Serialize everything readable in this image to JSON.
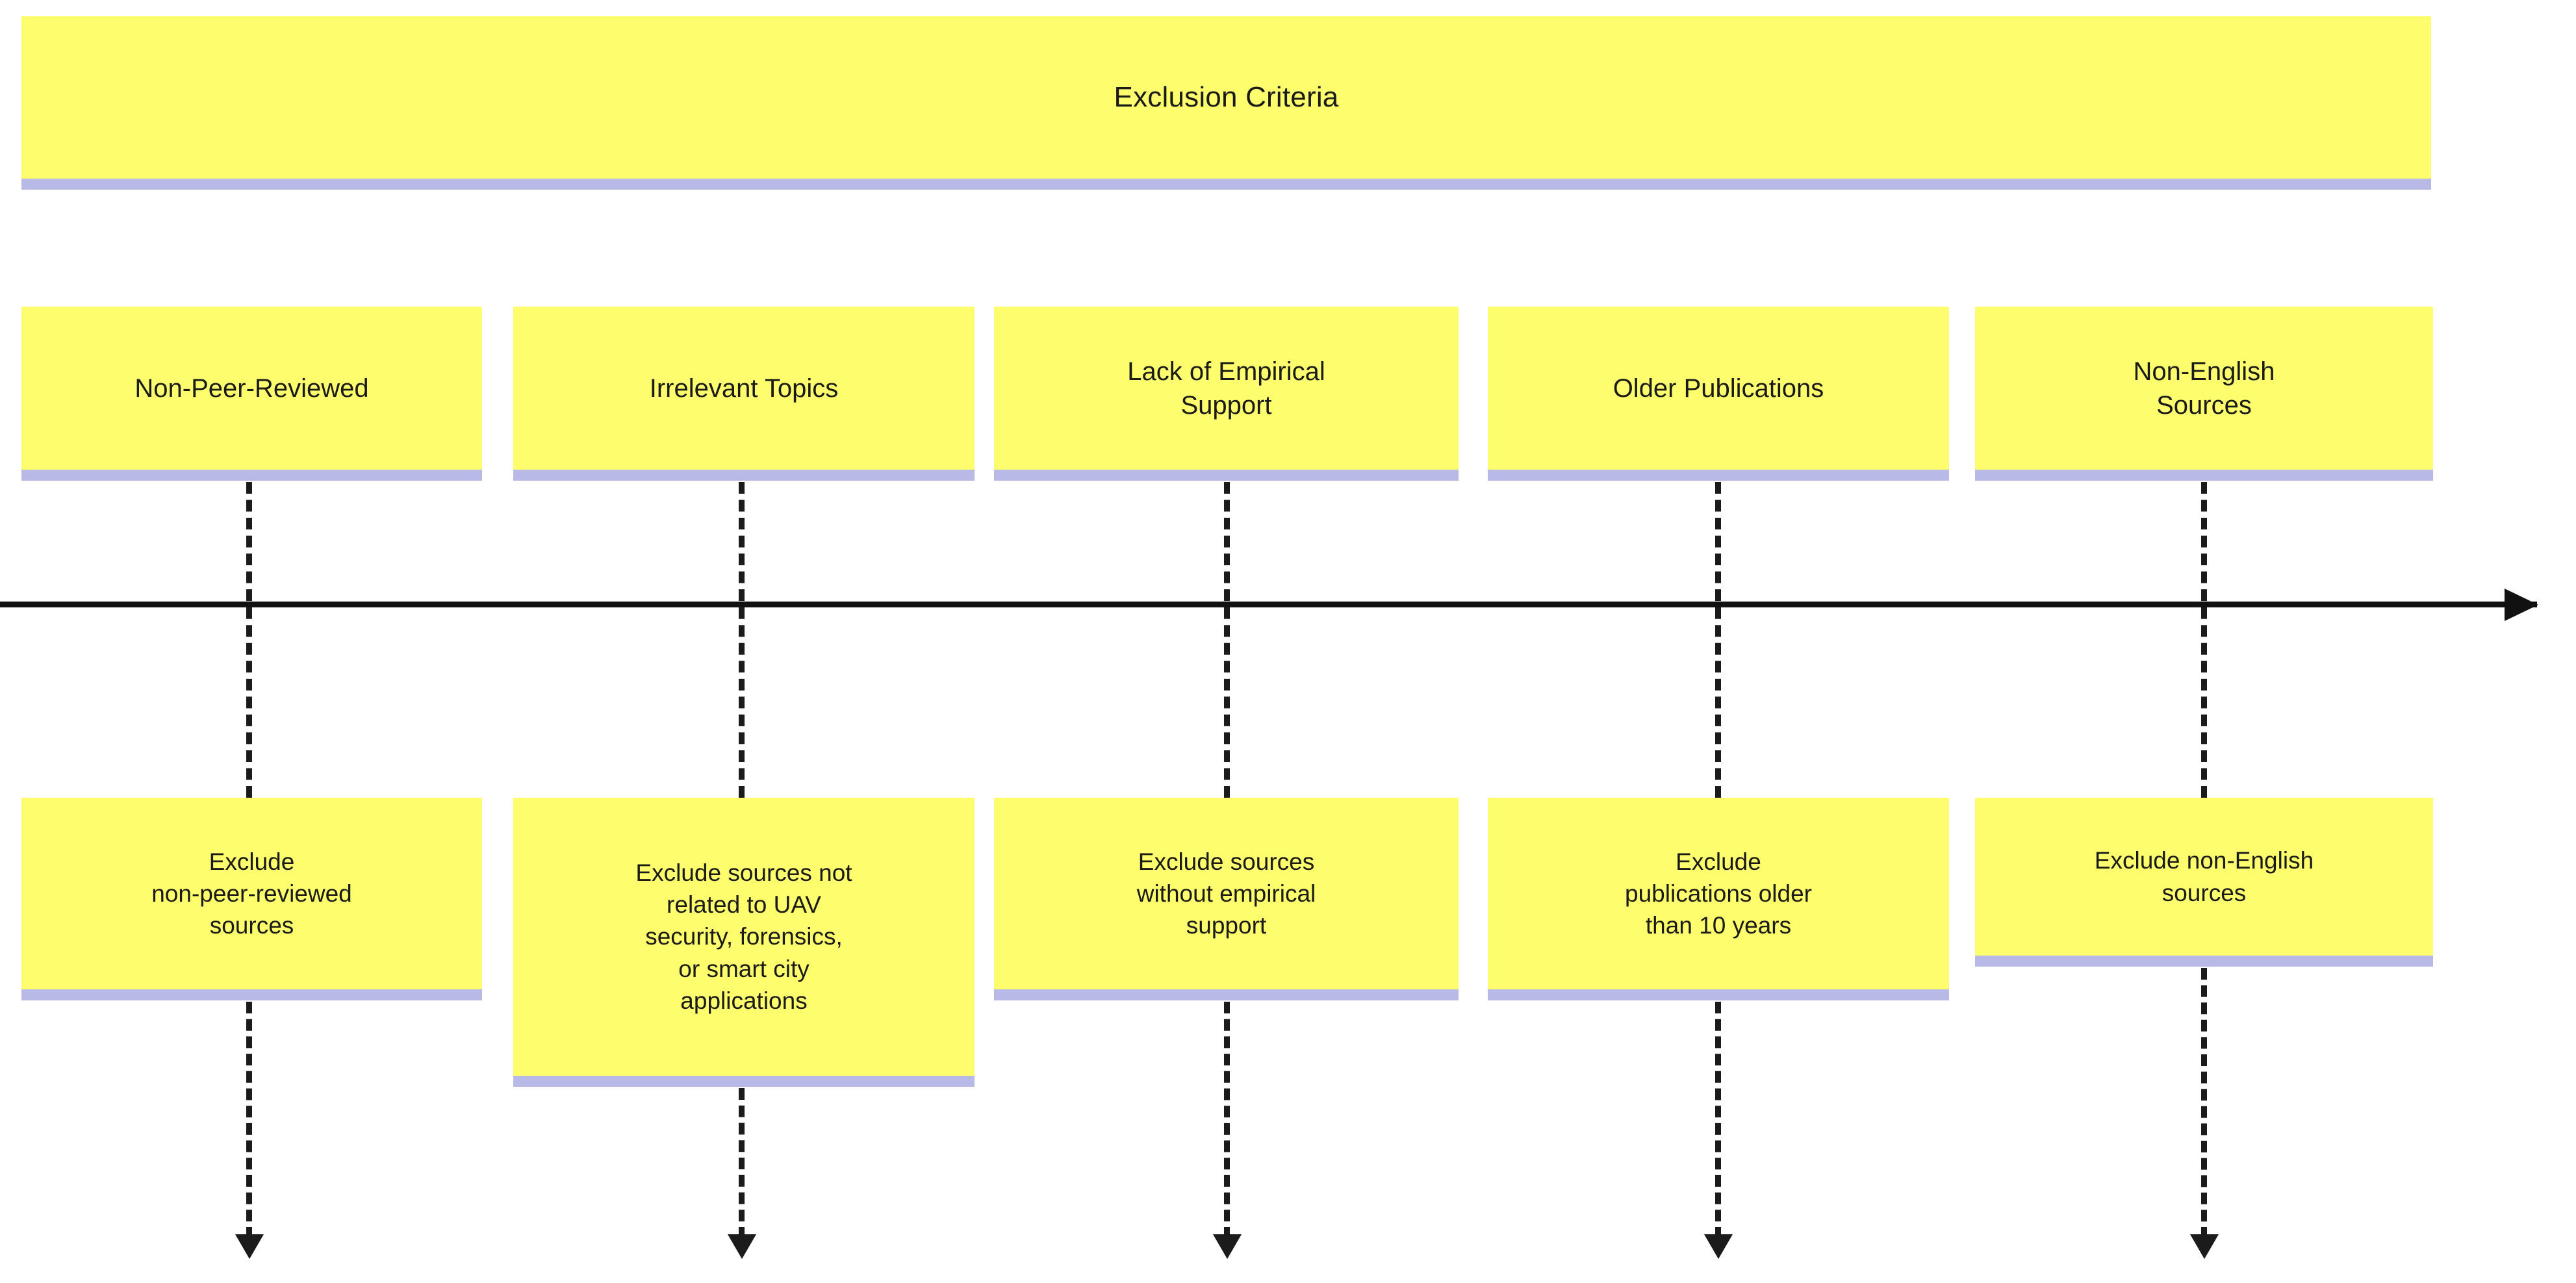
{
  "diagram": {
    "type": "timeline",
    "title": "Exclusion Criteria",
    "colors": {
      "card_fill": "#fdfd6e",
      "card_bottom_border": "#b9b9e8",
      "axis": "#111111",
      "connector": "#1b1b1b",
      "text": "#1a1a17",
      "background": "#ffffff"
    },
    "axis": {
      "orientation": "horizontal",
      "direction": "left-to-right",
      "arrowhead": "right-arrow-icon"
    },
    "milestones": [
      {
        "id": "non-peer-reviewed",
        "label": "Non-Peer-Reviewed",
        "description": "Exclude\nnon-peer-reviewed\nsources"
      },
      {
        "id": "irrelevant-topics",
        "label": "Irrelevant Topics",
        "description": "Exclude sources not\nrelated to UAV\nsecurity, forensics,\nor smart city\napplications"
      },
      {
        "id": "lack-of-empirical-support",
        "label": "Lack of Empirical\nSupport",
        "description": "Exclude sources\nwithout empirical\nsupport"
      },
      {
        "id": "older-publications",
        "label": "Older Publications",
        "description": "Exclude\npublications older\nthan 10 years"
      },
      {
        "id": "non-english-sources",
        "label": "Non-English\nSources",
        "description": "Exclude non-English\nsources"
      }
    ]
  }
}
